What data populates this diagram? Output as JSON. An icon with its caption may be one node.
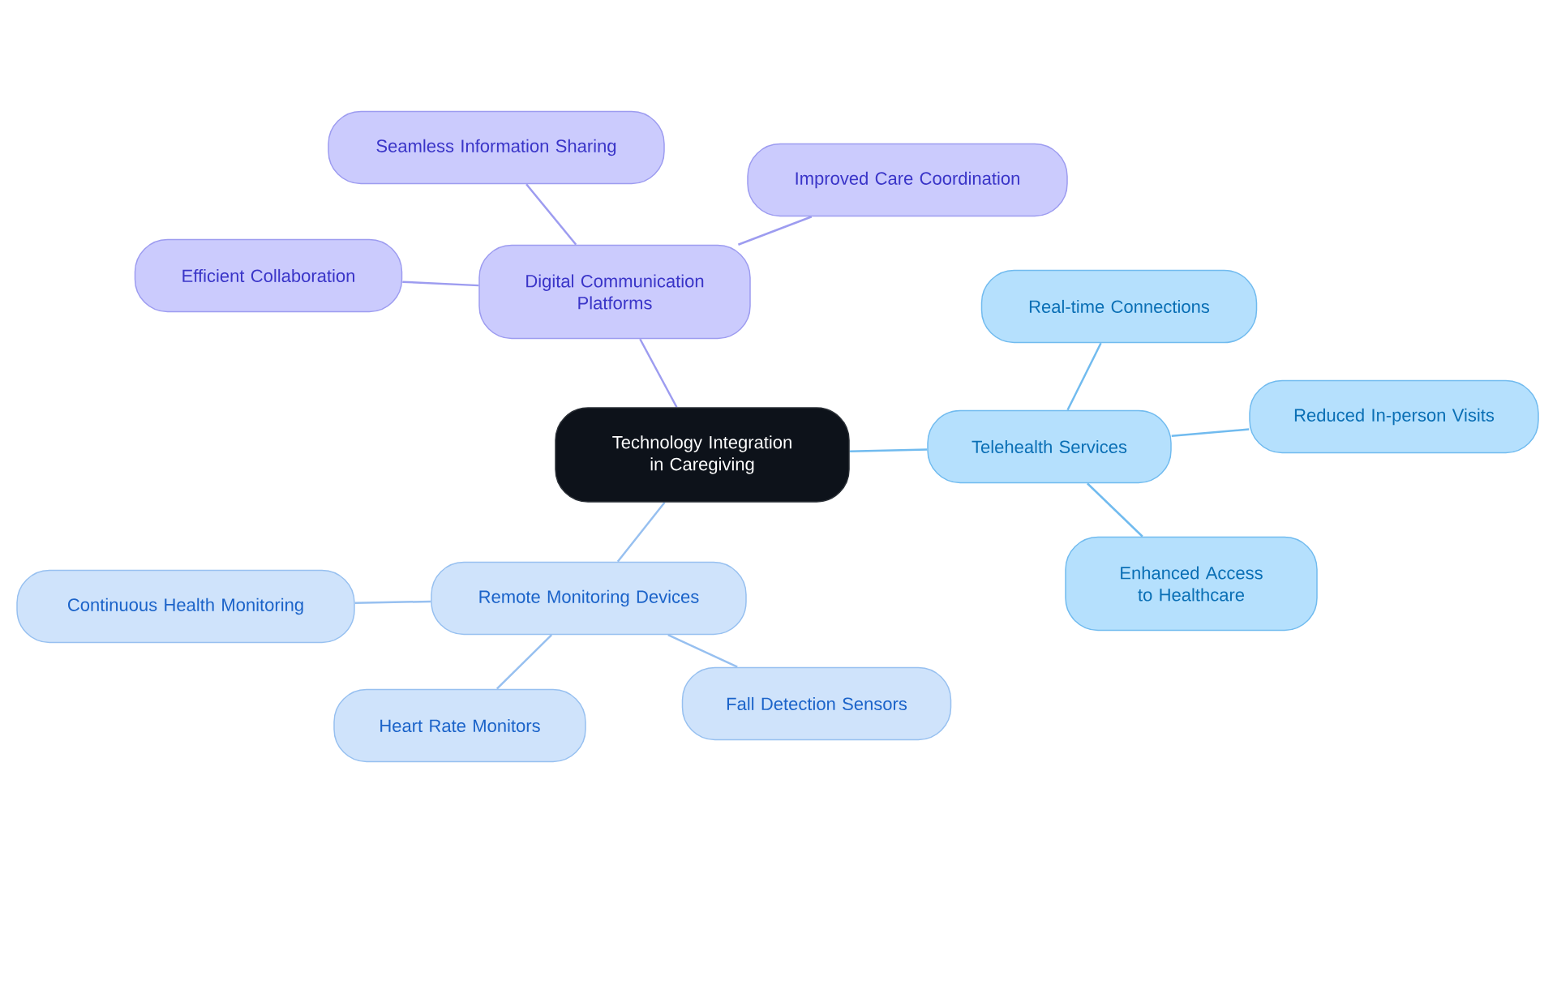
{
  "diagram": {
    "nodes": [
      {
        "text": [
          "Technology Integration in Caregiving"
        ]
      },
      {
        "text": [
          "Digital Communication Platforms"
        ]
      },
      {
        "text": [
          "Seamless Information Sharing"
        ]
      },
      {
        "text": [
          "Improved Care Coordination"
        ]
      },
      {
        "text": [
          "Efficient Collaboration"
        ]
      },
      {
        "text": [
          "Telehealth Services"
        ]
      },
      {
        "text": [
          "Real-time Connections"
        ]
      },
      {
        "text": [
          "Reduced In-person Visits"
        ]
      },
      {
        "text": [
          "Enhanced Access to Healthcare"
        ]
      },
      {
        "text": [
          "Remote Monitoring Devices"
        ]
      },
      {
        "text": [
          "Continuous Health Monitoring"
        ]
      },
      {
        "text": [
          "Heart Rate Monitors"
        ]
      },
      {
        "text": [
          "Fall Detection Sensors"
        ]
      }
    ],
    "edges": [
      {
        "from": 0,
        "to": 1,
        "arrow": "none",
        "color": "#9d9cf0"
      },
      {
        "from": 1,
        "to": 2,
        "arrow": "none",
        "color": "#9d9cf0"
      },
      {
        "from": 1,
        "to": 3,
        "arrow": "none",
        "color": "#9d9cf0"
      },
      {
        "from": 1,
        "to": 4,
        "arrow": "none",
        "color": "#9d9cf0"
      },
      {
        "from": 0,
        "to": 5,
        "arrow": "none",
        "color": "#71bbef"
      },
      {
        "from": 5,
        "to": 6,
        "arrow": "none",
        "color": "#71bbef"
      },
      {
        "from": 5,
        "to": 7,
        "arrow": "none",
        "color": "#71bbef"
      },
      {
        "from": 5,
        "to": 8,
        "arrow": "none",
        "color": "#71bbef"
      },
      {
        "from": 0,
        "to": 9,
        "arrow": "none",
        "color": "#97c0f0"
      },
      {
        "from": 9,
        "to": 10,
        "arrow": "none",
        "color": "#97c0f0"
      },
      {
        "from": 9,
        "to": 11,
        "arrow": "none",
        "color": "#97c0f0"
      },
      {
        "from": 9,
        "to": 12,
        "arrow": "none",
        "color": "#97c0f0"
      }
    ]
  }
}
